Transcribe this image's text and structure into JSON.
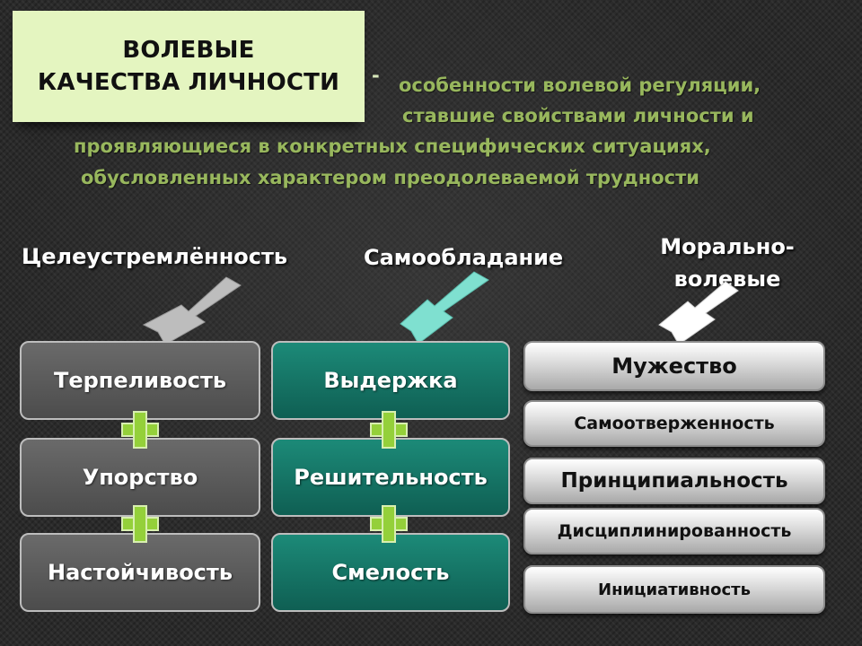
{
  "title": {
    "line1": "ВОЛЕВЫЕ",
    "line2": "КАЧЕСТВА ЛИЧНОСТИ"
  },
  "definition": {
    "dash": "-",
    "lines": [
      "особенности волевой регуляции,",
      "ставшие свойствами личности и",
      "проявляющиеся в конкретных специфических ситуациях,",
      "обусловленных характером преодолеваемой трудности"
    ]
  },
  "columns": [
    {
      "heading": "Целеустремлённость",
      "items": [
        "Терпеливость",
        "Упорство",
        "Настойчивость"
      ],
      "arrow_color": "#bdbdbd",
      "box_color": "#5a5a5a"
    },
    {
      "heading": "Самообладание",
      "items": [
        "Выдержка",
        "Решительность",
        "Смелость"
      ],
      "arrow_color": "#7fe0d0",
      "box_color": "#167a6a"
    },
    {
      "heading_line1": "Морально-",
      "heading_line2": "волевые",
      "items": [
        "Мужество",
        "Самоотверженность",
        "Принципиальность",
        "Дисциплинированность",
        "Инициативность"
      ],
      "arrow_color": "#ffffff",
      "box_color": "#d9d9d9"
    }
  ],
  "accent_plus_color": "#94d03a",
  "title_card_color": "#e4f5c0",
  "definition_text_color": "#98b75d"
}
